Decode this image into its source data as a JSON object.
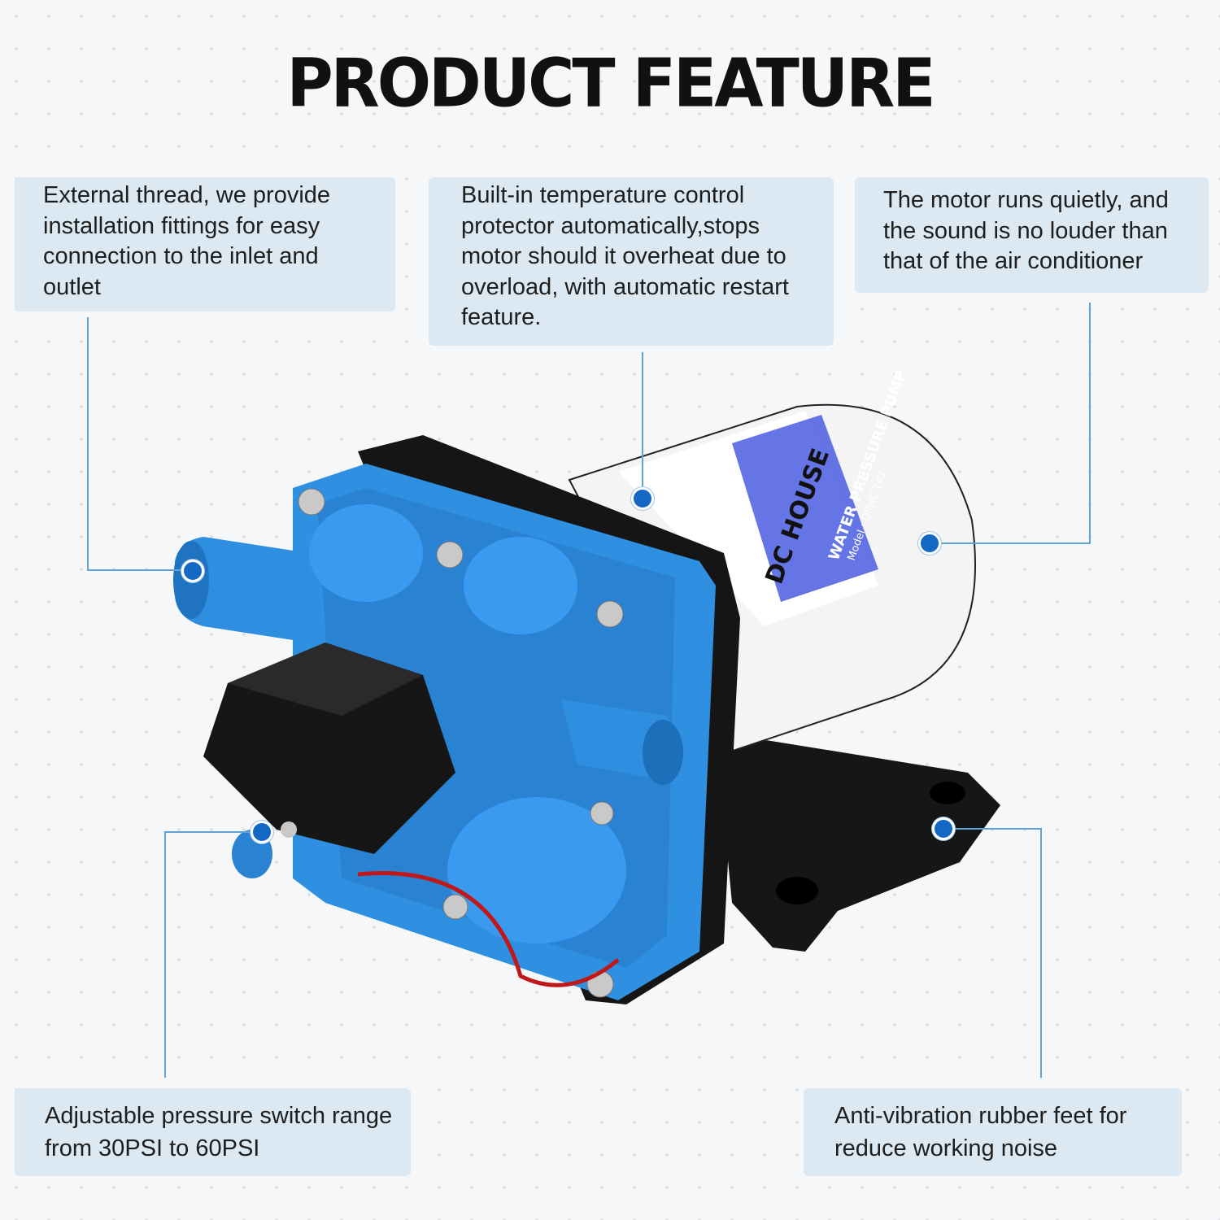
{
  "title": "PRODUCT FEATURE",
  "features": [
    {
      "text": "External thread, we provide installation fittings for easy connection to the inlet and outlet"
    },
    {
      "text": "Built-in temperature control protector automatically,stops motor should it overheat due to overload, with automatic restart feature."
    },
    {
      "text": "The motor runs quietly, and the sound is no louder than that of the air conditioner"
    },
    {
      "text": "Adjustable pressure switch range from 30PSI to 60PSI"
    },
    {
      "text": "Anti-vibration rubber feet for reduce working noise"
    }
  ],
  "product_label": {
    "brand": "DC HOUSE",
    "product": "WATER PRESSURE PUMP",
    "model": "Model : DPHC-T42"
  },
  "colors": {
    "accent": "#1468c4",
    "box": "#dce9f2",
    "pump_blue": "#2f8fe0"
  }
}
